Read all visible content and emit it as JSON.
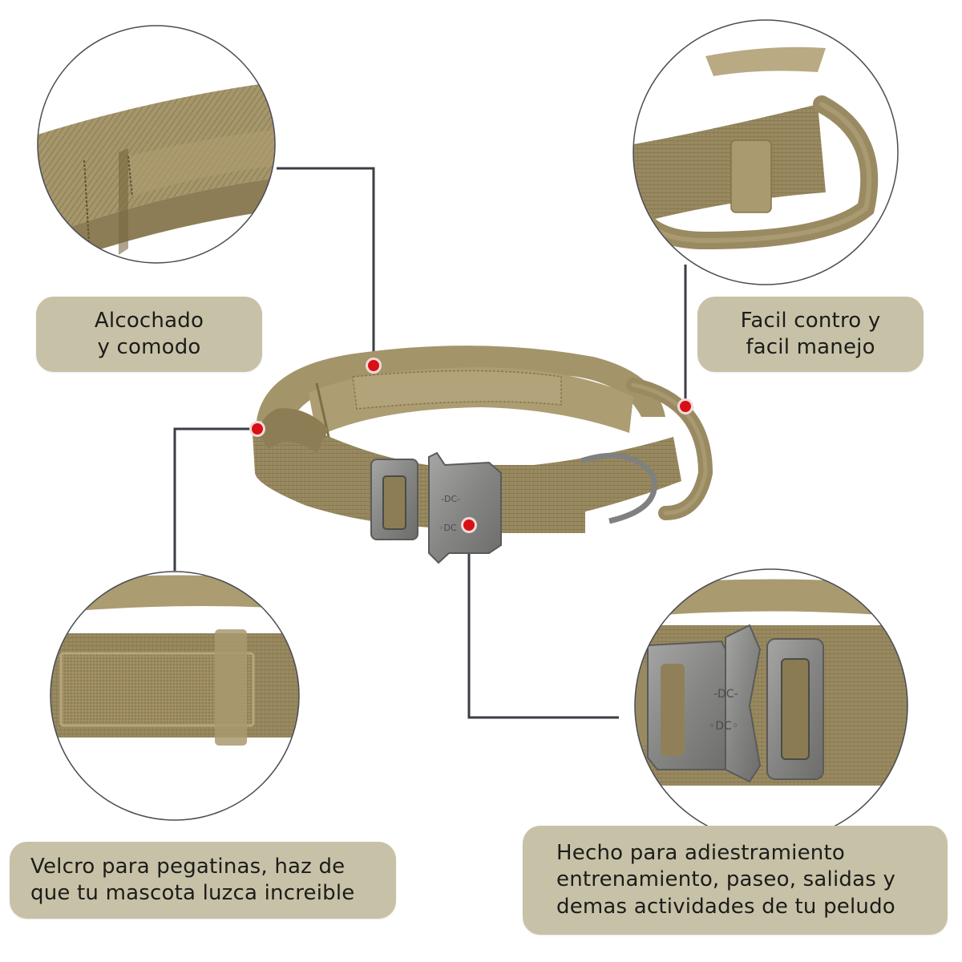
{
  "product": {
    "name": "Tactical dog collar with handle",
    "colors": {
      "fabric": "#9a8a62",
      "fabric_dark": "#7b6d49",
      "fabric_light": "#b8a982",
      "buckle_metal": "#8d8e8c",
      "label_fill": "#c7c2a7",
      "connector_line": "#3b3e45",
      "marker_dot": "#d90f16",
      "background": "#ffffff"
    }
  },
  "callouts": [
    {
      "id": "padded",
      "position": "top-left",
      "label": "Alcochado\ny comodo",
      "detail_image": "padded-inner-lining-closeup",
      "marker": "marker-dot"
    },
    {
      "id": "handle",
      "position": "top-right",
      "label": "Facil contro y\nfacil manejo",
      "detail_image": "handle-loop-closeup",
      "marker": "marker-dot"
    },
    {
      "id": "velcro",
      "position": "bottom-left",
      "label": "Velcro para pegatinas, haz de\nque tu mascota luzca increible",
      "detail_image": "velcro-patch-closeup",
      "marker": "marker-dot"
    },
    {
      "id": "buckle",
      "position": "bottom-right",
      "label": "Hecho para  adiestramiento\nentrenamiento, paseo, salidas y\ndemas actividades de tu peludo",
      "detail_image": "metal-buckle-closeup",
      "marker": "marker-dot"
    }
  ]
}
